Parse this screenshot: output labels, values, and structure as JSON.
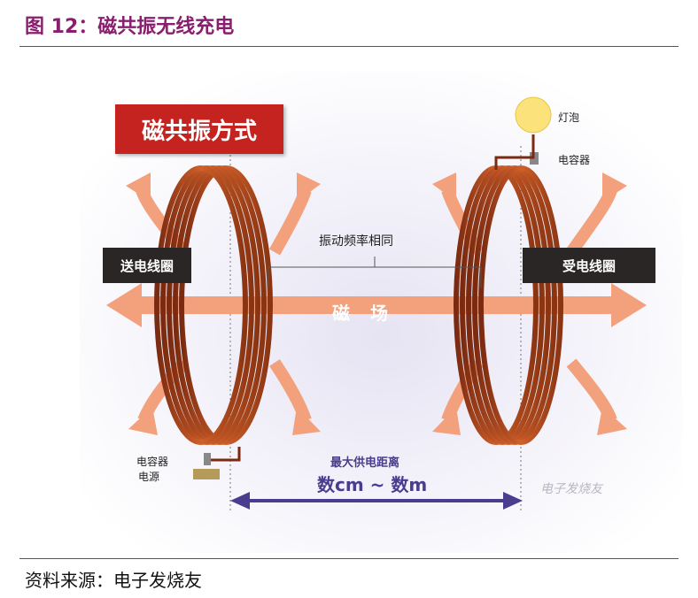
{
  "figure": {
    "title": "图 12：磁共振无线充电"
  },
  "diagram": {
    "badge": "磁共振方式",
    "send_coil": "送电线圈",
    "receive_coil": "受电线圈",
    "freq_label": "振动频率相同",
    "field_label": "磁 场",
    "bulb_label": "灯泡",
    "capacitor_right": "电容器",
    "capacitor_left": "电容器",
    "power_label": "电源",
    "distance_title": "最大供电距离",
    "distance_value": "数cm ~ 数m",
    "watermark": "电子发烧友",
    "colors": {
      "arrow": "#f3a07d",
      "coil": "#b8461c",
      "badge": "#c4231f",
      "distance": "#4a3d8f"
    }
  },
  "source": "资料来源：电子发烧友"
}
